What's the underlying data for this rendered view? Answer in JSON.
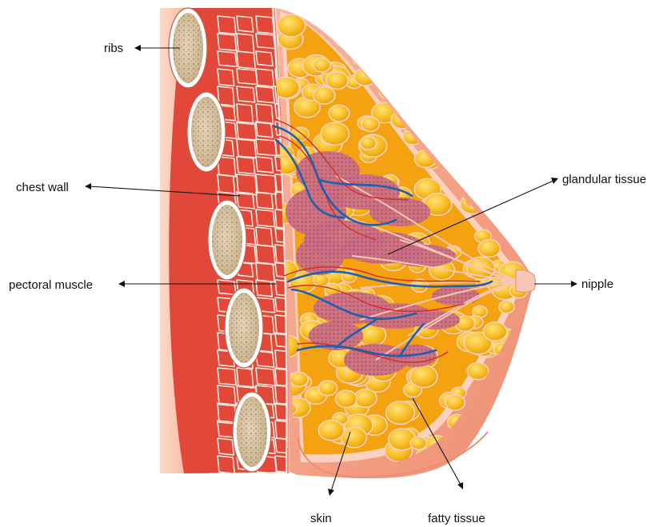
{
  "diagram": {
    "labels": {
      "ribs": "ribs",
      "chest_wall": "chest wall",
      "pectoral_muscle": "pectoral muscle",
      "glandular_tissue": "glandular tissue",
      "nipple": "nipple",
      "skin": "skin",
      "fatty_tissue": "fatty tissue"
    },
    "colors": {
      "skin": "#f4a286",
      "skin_light": "#fbd9c8",
      "muscle": "#e2483a",
      "muscle_dark": "#b92a25",
      "fascia": "#fde8de",
      "rib_fill": "#d6c2a0",
      "rib_outline": "#ffffff",
      "fat": "#f6b81c",
      "fat_highlight": "#ffd958",
      "fat_bg": "#f4a20f",
      "gland": "#cc6f87",
      "gland_dots": "#a8506a",
      "vein": "#1f5fae",
      "artery": "#d32a2a"
    }
  }
}
